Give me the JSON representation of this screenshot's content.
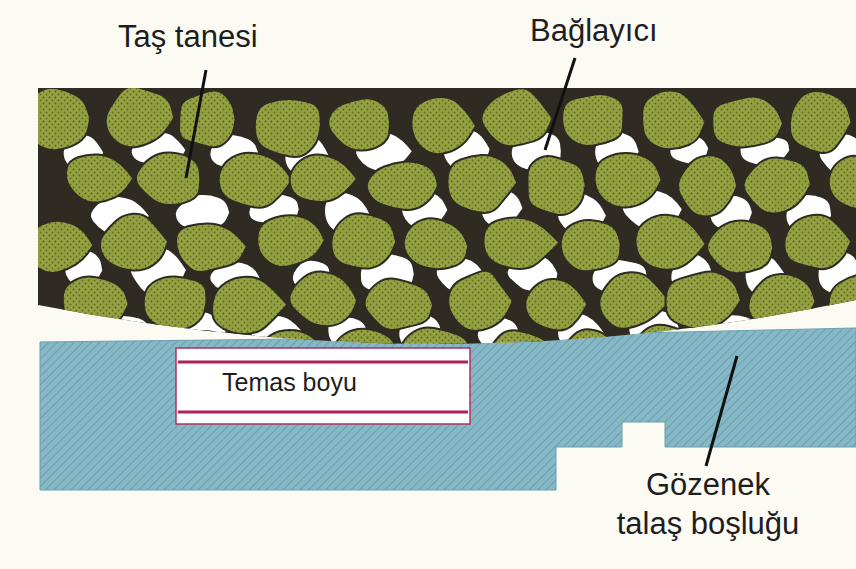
{
  "diagram": {
    "labels": [
      "Taş tanesi",
      "Bağlayıcı",
      "Temas boyu",
      "Gözenek talaş boşluğu"
    ]
  }
}
